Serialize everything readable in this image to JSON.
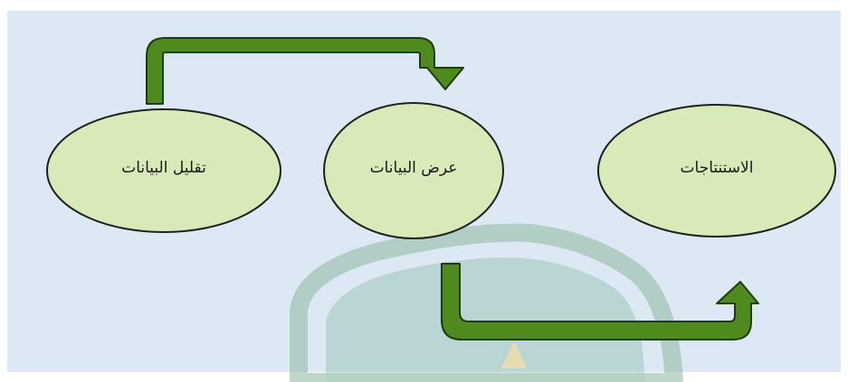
{
  "diagram": {
    "nodes": [
      {
        "id": "data-reduction",
        "label": "تقليل البيانات"
      },
      {
        "id": "data-display",
        "label": "عرض البيانات"
      },
      {
        "id": "conclusions",
        "label": "الاستنتاجات"
      }
    ],
    "edges": [
      {
        "from": "data-reduction",
        "to": "data-display"
      },
      {
        "from": "data-display",
        "to": "conclusions"
      }
    ],
    "colors": {
      "panel_background": "#dde8f5",
      "node_fill": "#d7eab7",
      "node_stroke": "#1f1f1f",
      "arrow_fill": "#4f8a1e",
      "arrow_stroke": "#1f3b0c",
      "watermark": "#3a8a5a",
      "watermark_light": "#8fb6a0",
      "watermark_yellow": "#f2d27a"
    }
  }
}
